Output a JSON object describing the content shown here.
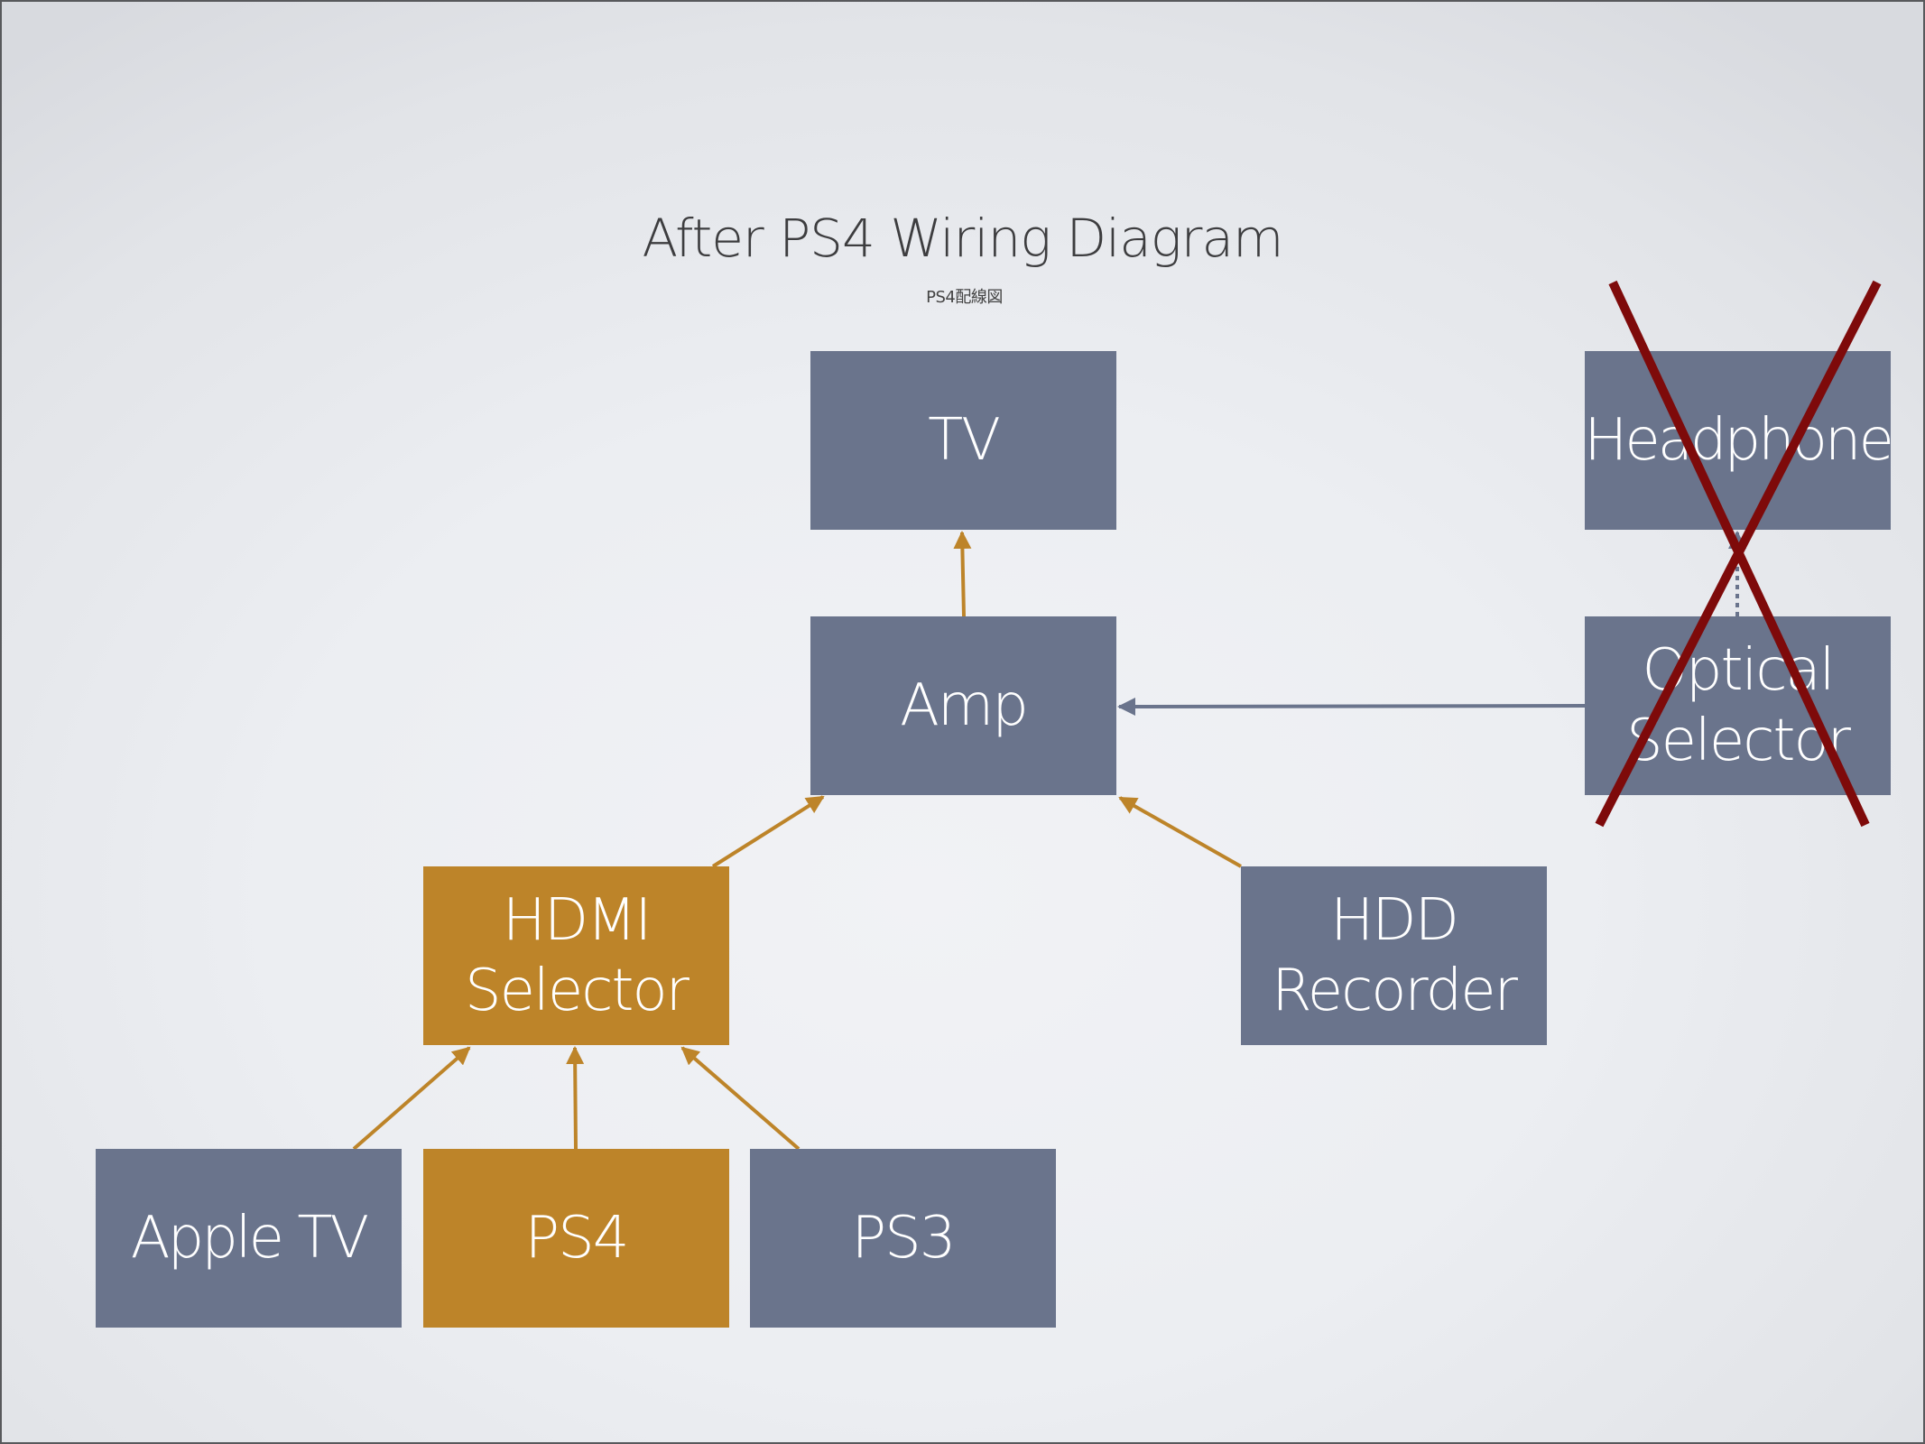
{
  "title": "After PS4 Wiring Diagram",
  "subtitle": "PS4配線図",
  "colors": {
    "device": "#6a748c",
    "highlight": "#bd8429",
    "video_link": "#bd8429",
    "audio_link": "#6a748c",
    "removed_mark": "#7e0a0a",
    "title_text": "#3d3d3f"
  },
  "nodes": {
    "tv": {
      "label": "TV",
      "style": "device"
    },
    "amp": {
      "label": "Amp",
      "style": "device"
    },
    "headphone": {
      "label": "Headphone",
      "style": "device",
      "removed": true
    },
    "optical_selector": {
      "label_line1": "Optical",
      "label_line2": "Selector",
      "style": "device",
      "removed": true
    },
    "hdmi_selector": {
      "label_line1": "HDMI",
      "label_line2": "Selector",
      "style": "highlight"
    },
    "hdd_recorder": {
      "label_line1": "HDD",
      "label_line2": "Recorder",
      "style": "device"
    },
    "apple_tv": {
      "label": "Apple TV",
      "style": "device"
    },
    "ps4": {
      "label": "PS4",
      "style": "highlight"
    },
    "ps3": {
      "label": "PS3",
      "style": "device"
    }
  },
  "edges": [
    {
      "from": "amp",
      "to": "tv",
      "kind": "video"
    },
    {
      "from": "hdmi_selector",
      "to": "amp",
      "kind": "video"
    },
    {
      "from": "hdd_recorder",
      "to": "amp",
      "kind": "video"
    },
    {
      "from": "optical_selector",
      "to": "amp",
      "kind": "audio"
    },
    {
      "from": "optical_selector",
      "to": "headphone",
      "kind": "audio-dotted"
    },
    {
      "from": "apple_tv",
      "to": "hdmi_selector",
      "kind": "video"
    },
    {
      "from": "ps4",
      "to": "hdmi_selector",
      "kind": "video"
    },
    {
      "from": "ps3",
      "to": "hdmi_selector",
      "kind": "video"
    }
  ],
  "removed_group": [
    "headphone",
    "optical_selector"
  ]
}
